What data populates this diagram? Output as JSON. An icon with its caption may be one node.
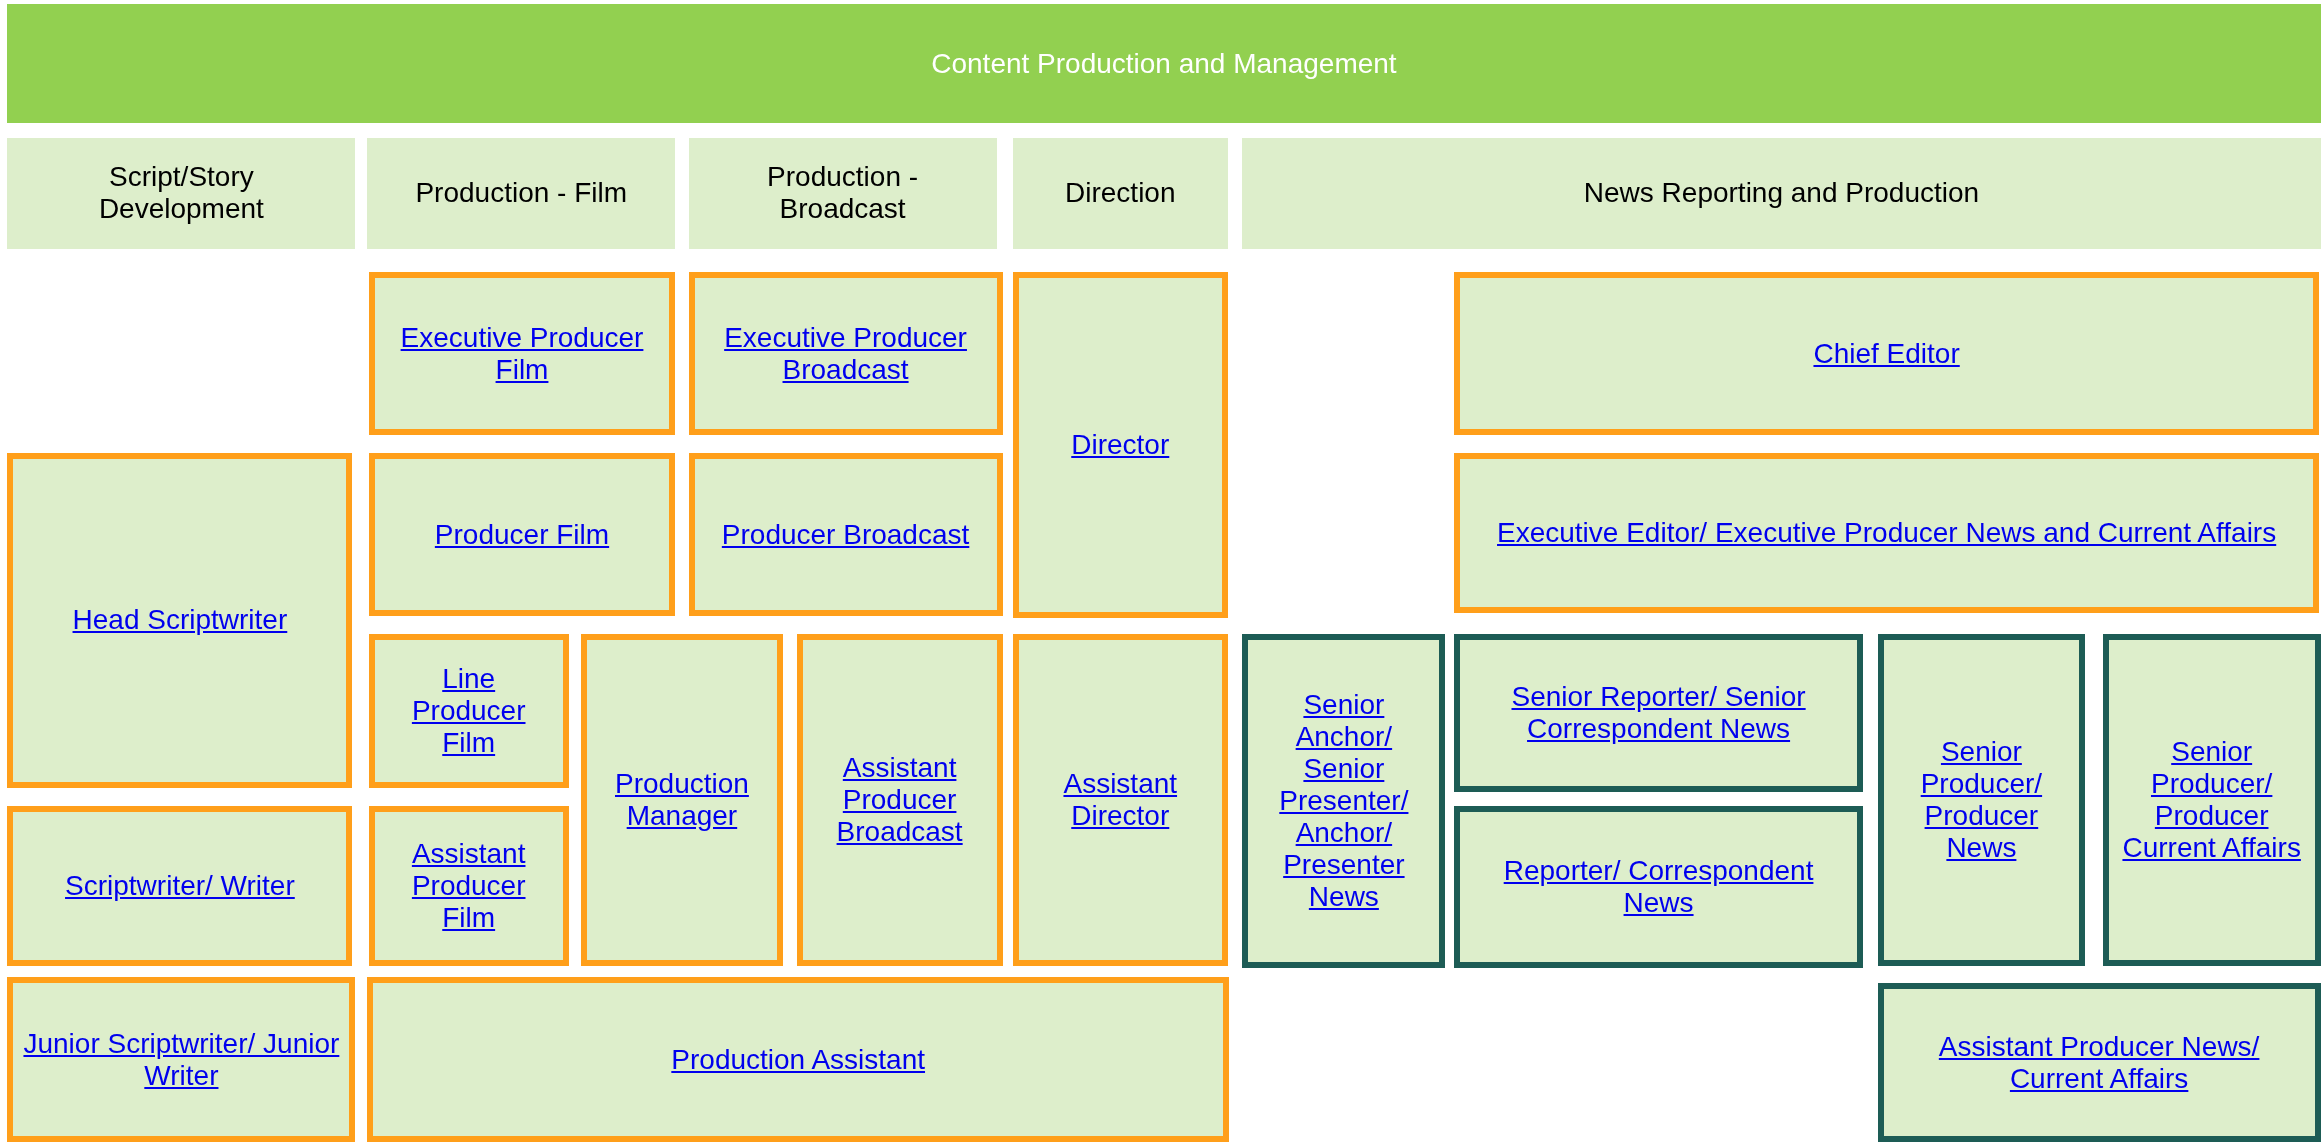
{
  "diagram": {
    "nodes": [
      {
        "text": [
          "Content Production and Management"
        ]
      },
      {
        "text": [
          "Script/Story Development"
        ]
      },
      {
        "text": [
          "Production - Film"
        ]
      },
      {
        "text": [
          "Production - Broadcast"
        ]
      },
      {
        "text": [
          "Direction"
        ]
      },
      {
        "text": [
          "News Reporting and Production"
        ]
      },
      {
        "text": [
          "Executive Producer Film"
        ]
      },
      {
        "text": [
          "Executive Producer Broadcast"
        ]
      },
      {
        "text": [
          "Director"
        ]
      },
      {
        "text": [
          "Chief Editor"
        ]
      },
      {
        "text": [
          "Head Scriptwriter"
        ]
      },
      {
        "text": [
          "Producer Film"
        ]
      },
      {
        "text": [
          "Producer Broadcast"
        ]
      },
      {
        "text": [
          "Executive Editor/ Executive Producer News and Current Affairs"
        ]
      },
      {
        "text": [
          "Line Producer Film"
        ]
      },
      {
        "text": [
          "Production Manager"
        ]
      },
      {
        "text": [
          "Assistant Producer Broadcast"
        ]
      },
      {
        "text": [
          "Assistant Director"
        ]
      },
      {
        "text": [
          "Senior Anchor/ Senior Presenter/ Anchor/ Presenter News"
        ]
      },
      {
        "text": [
          "Senior Reporter/ Senior Correspondent News"
        ]
      },
      {
        "text": [
          "Senior Producer/ Producer News"
        ]
      },
      {
        "text": [
          "Senior Producer/ Producer Current Affairs"
        ]
      },
      {
        "text": [
          "Scriptwriter/ Writer"
        ]
      },
      {
        "text": [
          "Assistant Producer Film"
        ]
      },
      {
        "text": [
          "Reporter/ Correspondent News"
        ]
      },
      {
        "text": [
          "Junior Scriptwriter/ Junior Writer"
        ]
      },
      {
        "text": [
          "Production Assistant"
        ]
      },
      {
        "text": [
          "Assistant Producer News/ Current Affairs"
        ]
      }
    ]
  }
}
